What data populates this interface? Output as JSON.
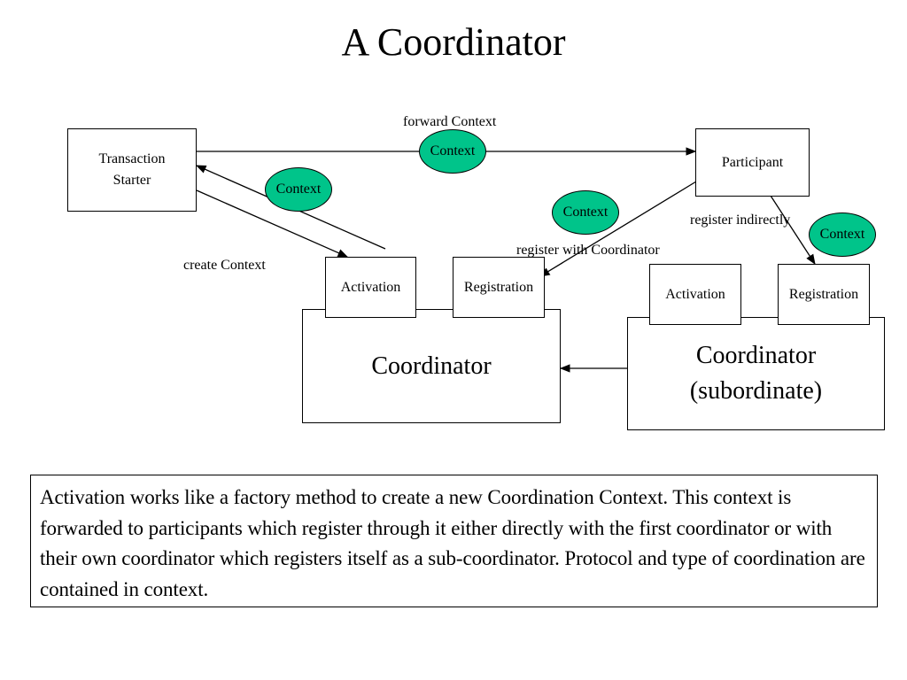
{
  "title": "A Coordinator",
  "nodes": {
    "transaction_starter": "Transaction\nStarter",
    "participant": "Participant",
    "activation": "Activation",
    "registration": "Registration",
    "coordinator": "Coordinator",
    "sub_activation": "Activation",
    "sub_registration": "Registration",
    "sub_coordinator": "Coordinator\n(subordinate)"
  },
  "labels": {
    "forward_context": "forward Context",
    "create_context": "create Context",
    "register_with_coordinator": "register with Coordinator",
    "register_indirectly": "register indirectly"
  },
  "context_tokens": {
    "top": "Context",
    "left": "Context",
    "middle": "Context",
    "right": "Context"
  },
  "colors": {
    "context_fill": "#00c48a"
  },
  "description": "Activation works like a factory method to create a new Coordination Context. This context is forwarded to participants which register through it either directly with the first coordinator or with their own coordinator which registers itself as a sub-coordinator. Protocol and type of coordination are contained in context."
}
